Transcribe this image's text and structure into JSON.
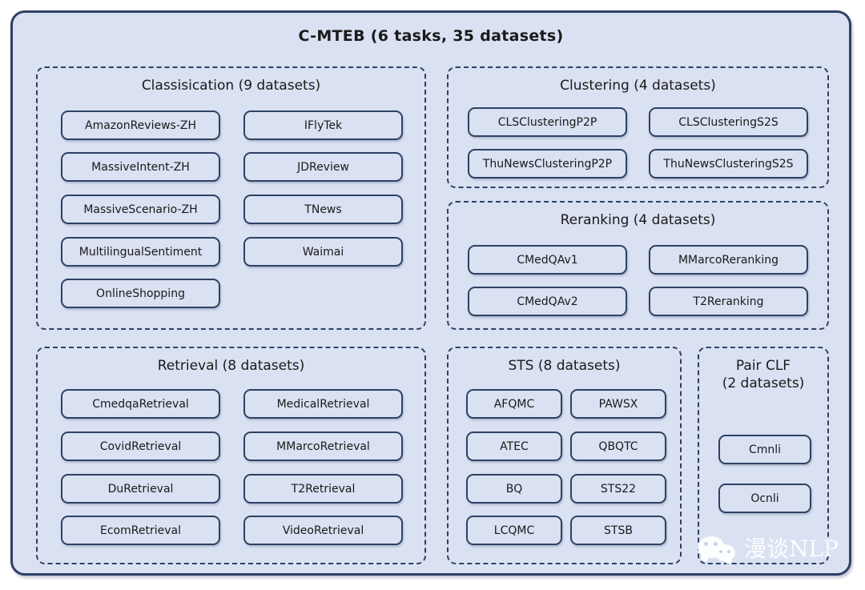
{
  "diagram": {
    "title": "C-MTEB (6 tasks, 35 datasets)",
    "accent_border_color": "#2e4166",
    "fill_color": "#d9e1f2",
    "text_color": "#1a1a1a"
  },
  "panels": {
    "classification": {
      "title": "Classisication (9 datasets)",
      "datasets": [
        "AmazonReviews-ZH",
        "IFlyTek",
        "MassiveIntent-ZH",
        "JDReview",
        "MassiveScenario-ZH",
        "TNews",
        "MultilingualSentiment",
        "Waimai",
        "OnlineShopping"
      ]
    },
    "clustering": {
      "title": "Clustering (4 datasets)",
      "datasets": [
        "CLSClusteringP2P",
        "CLSClusteringS2S",
        "ThuNewsClusteringP2P",
        "ThuNewsClusteringS2S"
      ]
    },
    "reranking": {
      "title": "Reranking (4 datasets)",
      "datasets": [
        "CMedQAv1",
        "MMarcoReranking",
        "CMedQAv2",
        "T2Reranking"
      ]
    },
    "retrieval": {
      "title": "Retrieval (8 datasets)",
      "datasets": [
        "CmedqaRetrieval",
        "MedicalRetrieval",
        "CovidRetrieval",
        "MMarcoRetrieval",
        "DuRetrieval",
        "T2Retrieval",
        "EcomRetrieval",
        "VideoRetrieval"
      ]
    },
    "sts": {
      "title": "STS (8 datasets)",
      "datasets": [
        "AFQMC",
        "PAWSX",
        "ATEC",
        "QBQTC",
        "BQ",
        "STS22",
        "LCQMC",
        "STSB"
      ]
    },
    "pairclf": {
      "title_line1": "Pair CLF",
      "title_line2": "(2 datasets)",
      "datasets": [
        "Cmnli",
        "Ocnli"
      ]
    }
  },
  "watermark": {
    "text": "漫谈NLP"
  }
}
